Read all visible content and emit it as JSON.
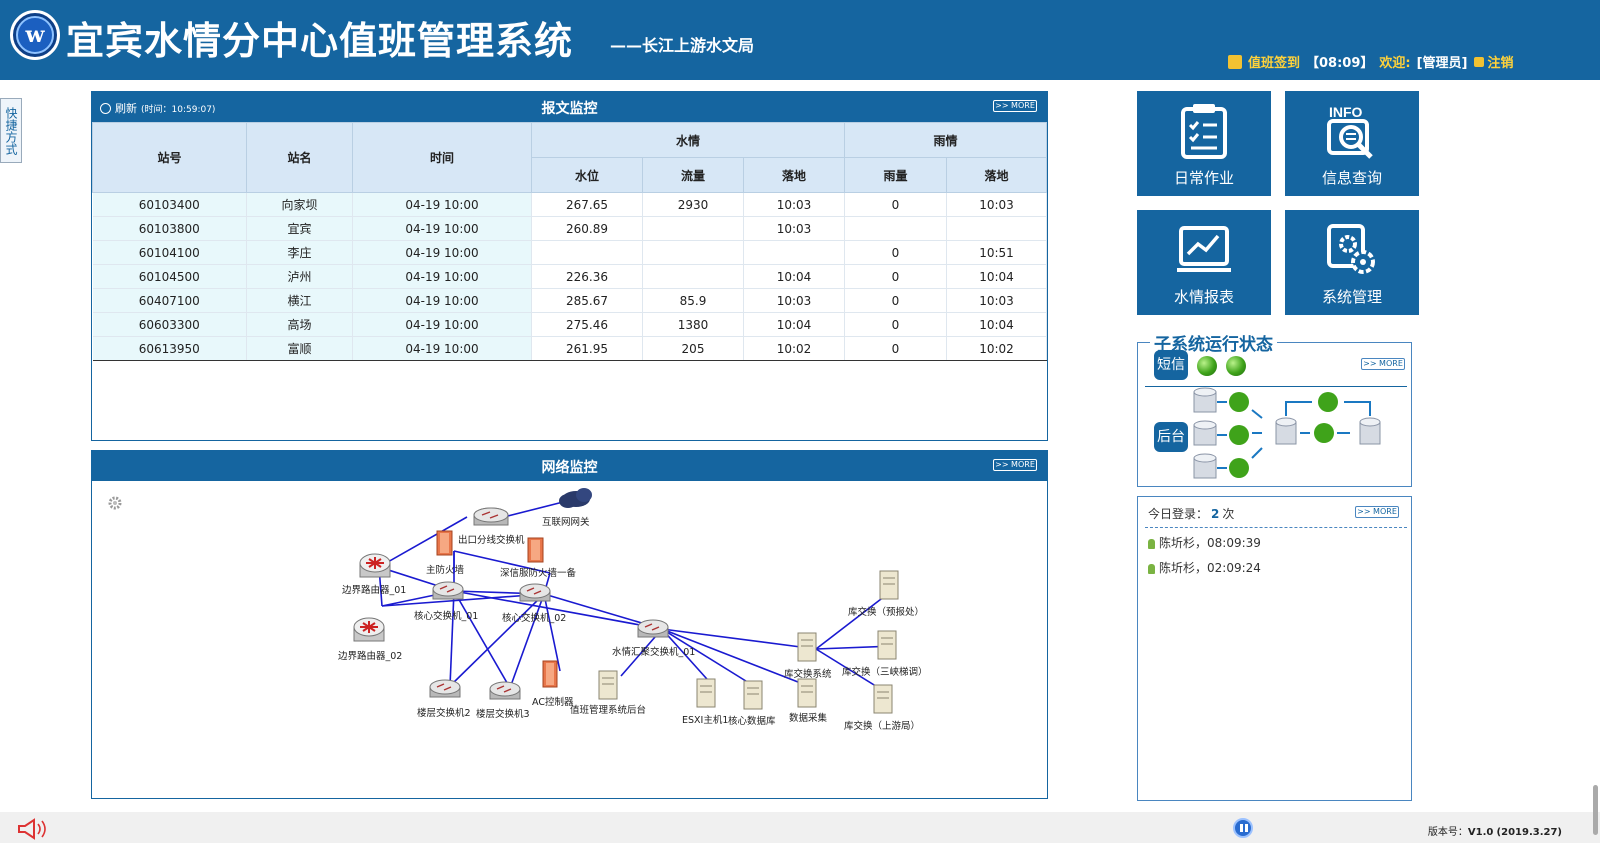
{
  "header": {
    "logo_text": "w",
    "title": "宜宾水情分中心值班管理系统",
    "subtitle": "——长江上游水文局",
    "duty_signin": "值班签到",
    "duty_time": "【08:09】",
    "welcome": "欢迎:",
    "role": "[管理员]",
    "logout": "注销"
  },
  "quick_tab": "快捷方式",
  "message_panel": {
    "title": "报文监控",
    "refresh_label": "刷新",
    "refresh_time": "(时间：10:59:07)",
    "more": ">> MORE",
    "headers": {
      "station_no": "站号",
      "station_name": "站名",
      "time": "时间",
      "water_group": "水情",
      "rain_group": "雨情",
      "water_level": "水位",
      "flow": "流量",
      "water_land": "落地",
      "rainfall": "雨量",
      "rain_land": "落地"
    },
    "rows": [
      {
        "no": "60103400",
        "name": "向家坝",
        "time": "04-19 10:00",
        "level": "267.65",
        "flow": "2930",
        "wland": "10:03",
        "rain": "0",
        "rland": "10:03"
      },
      {
        "no": "60103800",
        "name": "宜宾",
        "time": "04-19 10:00",
        "level": "260.89",
        "flow": "",
        "wland": "10:03",
        "rain": "",
        "rland": ""
      },
      {
        "no": "60104100",
        "name": "李庄",
        "time": "04-19 10:00",
        "level": "",
        "flow": "",
        "wland": "",
        "rain": "0",
        "rland": "10:51"
      },
      {
        "no": "60104500",
        "name": "泸州",
        "time": "04-19 10:00",
        "level": "226.36",
        "flow": "",
        "wland": "10:04",
        "rain": "0",
        "rland": "10:04"
      },
      {
        "no": "60407100",
        "name": "横江",
        "time": "04-19 10:00",
        "level": "285.67",
        "flow": "85.9",
        "wland": "10:03",
        "rain": "0",
        "rland": "10:03"
      },
      {
        "no": "60603300",
        "name": "高场",
        "time": "04-19 10:00",
        "level": "275.46",
        "flow": "1380",
        "wland": "10:04",
        "rain": "0",
        "rland": "10:04"
      },
      {
        "no": "60613950",
        "name": "富顺",
        "time": "04-19 10:00",
        "level": "261.95",
        "flow": "205",
        "wland": "10:02",
        "rain": "0",
        "rland": "10:02"
      }
    ]
  },
  "network_panel": {
    "title": "网络监控",
    "more": ">> MORE",
    "nodes": {
      "internet": "互联网网关",
      "exit_switch": "出口分线交换机",
      "main_fw": "主防火墙",
      "deep_fw": "深信服防火墙一备",
      "border_router_1": "边界路由器_01",
      "border_router_2": "边界路由器_02",
      "core_sw_1": "核心交换机_01",
      "core_sw_2": "核心交换机_02",
      "water_sw": "水情汇聚交换机_01",
      "floor_sw_2": "楼层交换机2",
      "floor_sw_3": "楼层交换机3",
      "ac": "AC控制器",
      "duty_backend": "值班管理系统后台",
      "esxi": "ESXI主机1",
      "core_db": "核心数据库",
      "data_collect": "数据采集",
      "lib_sys": "库交换系统",
      "lib_forecast": "库交换（预报处）",
      "lib_three_gorges": "库交换（三峡梯调）",
      "lib_upstream": "库交换（上游局）"
    }
  },
  "tiles": [
    {
      "label": "日常作业",
      "icon": "clipboard-checklist-icon"
    },
    {
      "label": "信息查询",
      "icon": "info-search-icon",
      "badge": "INFO"
    },
    {
      "label": "水情报表",
      "icon": "line-chart-icon"
    },
    {
      "label": "系统管理",
      "icon": "gear-settings-icon"
    }
  ],
  "subsystem": {
    "title": "子系统运行状态",
    "sms": "短信",
    "backend": "后台",
    "more": ">> MORE"
  },
  "login_panel": {
    "label": "今日登录：",
    "count": "2",
    "unit": "次",
    "more": ">> MORE",
    "entries": [
      "陈圻杉，08:09:39",
      "陈圻杉，02:09:24"
    ]
  },
  "footer": {
    "version_label": "版本号：",
    "version": "V1.0",
    "version_date": "(2019.3.27)"
  },
  "colors": {
    "primary": "#1565a0",
    "header_yellow": "#ffd23a",
    "status_green": "#3fa31a",
    "table_header": "#d7e7f6",
    "table_highlight": "#e8f8fb"
  }
}
